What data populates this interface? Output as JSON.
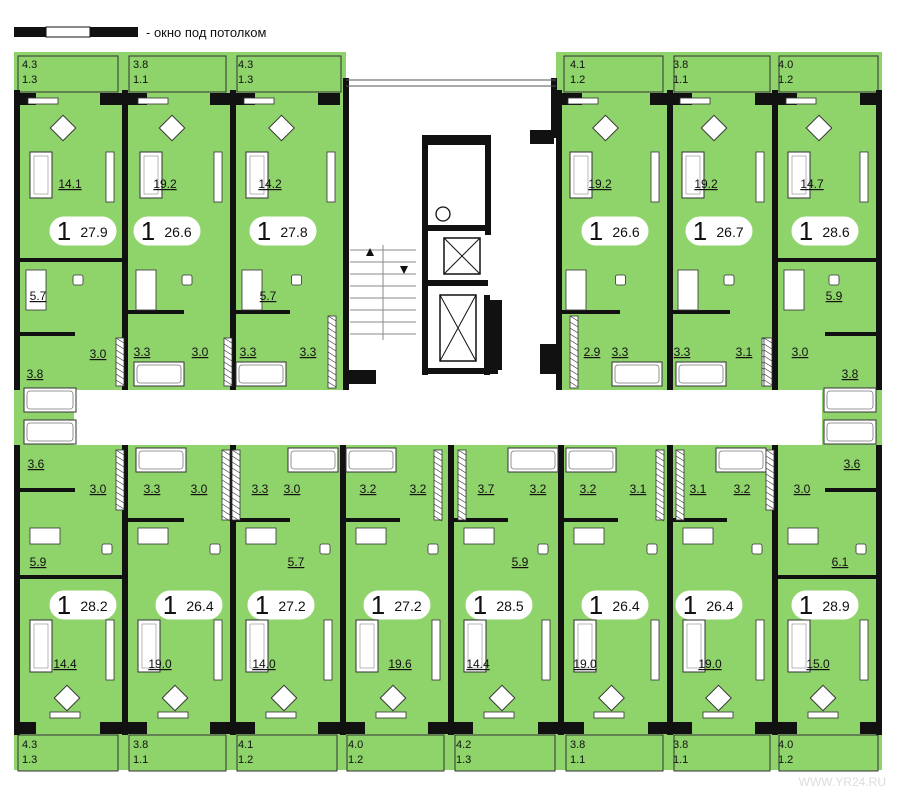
{
  "legend": {
    "text": "- окно под потолком"
  },
  "watermark": "WWW.YR24.RU",
  "colors": {
    "room": "#8fd36b",
    "wall": "#111111",
    "corridor": "#ffffff",
    "balcony_line": "#555555"
  },
  "apartments": [
    {
      "rooms": "1",
      "area": "27.9",
      "living": "14.1",
      "kitchen": "5.7",
      "bath": "3.8",
      "hall": "3.0",
      "balcony_full": "4.3",
      "balcony": "1.3"
    },
    {
      "rooms": "1",
      "area": "26.6",
      "living": "19.2",
      "kitchen": "",
      "bath": "3.3",
      "hall": "3.0",
      "balcony_full": "3.8",
      "balcony": "1.1"
    },
    {
      "rooms": "1",
      "area": "27.8",
      "living": "14.2",
      "kitchen": "5.7",
      "bath": "3.3",
      "hall": "3.3",
      "balcony_full": "4.3",
      "balcony": "1.3"
    },
    {
      "rooms": "1",
      "area": "26.6",
      "living": "19.2",
      "kitchen": "",
      "bath": "3.3",
      "hall": "2.9",
      "balcony_full": "4.1",
      "balcony": "1.2"
    },
    {
      "rooms": "1",
      "area": "26.7",
      "living": "19.2",
      "kitchen": "",
      "bath": "3.3",
      "hall": "3.1",
      "balcony_full": "3.8",
      "balcony": "1.1"
    },
    {
      "rooms": "1",
      "area": "28.6",
      "living": "14.7",
      "kitchen": "5.9",
      "bath": "3.8",
      "hall": "3.0",
      "balcony_full": "4.0",
      "balcony": "1.2"
    },
    {
      "rooms": "1",
      "area": "28.2",
      "living": "14.4",
      "kitchen": "5.9",
      "bath": "3.6",
      "hall": "3.0",
      "balcony_full": "4.3",
      "balcony": "1.3"
    },
    {
      "rooms": "1",
      "area": "26.4",
      "living": "19.0",
      "kitchen": "",
      "bath": "3.3",
      "hall": "3.0",
      "balcony_full": "3.8",
      "balcony": "1.1"
    },
    {
      "rooms": "1",
      "area": "27.2",
      "living": "14.0",
      "kitchen": "5.7",
      "bath": "3.3",
      "hall": "3.0",
      "balcony_full": "4.1",
      "balcony": "1.2"
    },
    {
      "rooms": "1",
      "area": "27.2",
      "living": "19.6",
      "kitchen": "",
      "bath": "3.2",
      "hall": "3.2",
      "balcony_full": "4.0",
      "balcony": "1.2"
    },
    {
      "rooms": "1",
      "area": "28.5",
      "living": "14.4",
      "kitchen": "5.9",
      "bath": "3.2",
      "hall": "3.7",
      "balcony_full": "4.2",
      "balcony": "1.3"
    },
    {
      "rooms": "1",
      "area": "26.4",
      "living": "19.0",
      "kitchen": "",
      "bath": "3.2",
      "hall": "3.1",
      "balcony_full": "3.8",
      "balcony": "1.1"
    },
    {
      "rooms": "1",
      "area": "26.4",
      "living": "19.0",
      "kitchen": "",
      "bath": "3.2",
      "hall": "3.1",
      "balcony_full": "3.8",
      "balcony": "1.1"
    },
    {
      "rooms": "1",
      "area": "28.9",
      "living": "15.0",
      "kitchen": "6.1",
      "bath": "3.6",
      "hall": "3.0",
      "balcony_full": "4.0",
      "balcony": "1.2"
    }
  ]
}
